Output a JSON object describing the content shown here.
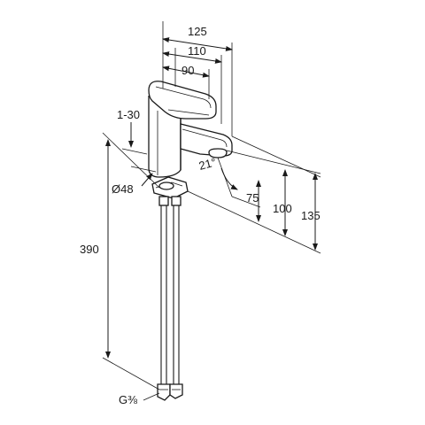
{
  "dimensions": {
    "d125": "125",
    "d110": "110",
    "d90": "90",
    "d1_30": "1-30",
    "d21": "21°",
    "d48": "Ø48",
    "d75": "75",
    "d100": "100",
    "d135": "135",
    "d390": "390",
    "thread": "G⅜"
  }
}
